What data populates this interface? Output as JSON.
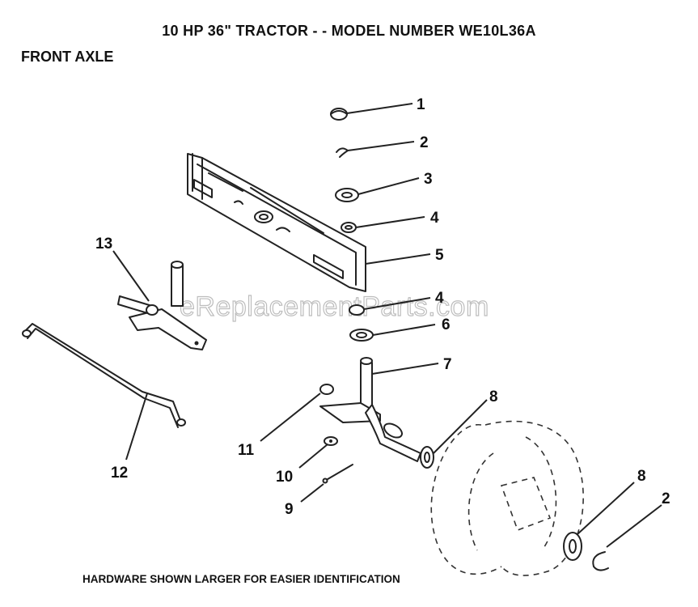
{
  "header": {
    "title": "10 HP 36\" TRACTOR - - MODEL NUMBER WE10L36A",
    "subtitle": "FRONT AXLE"
  },
  "footer": {
    "note": "HARDWARE SHOWN LARGER FOR EASIER IDENTIFICATION"
  },
  "watermark": "eReplacementParts.com",
  "callouts": [
    "1",
    "2",
    "3",
    "4",
    "5",
    "4",
    "6",
    "7",
    "8",
    "11",
    "10",
    "9",
    "12",
    "13",
    "8",
    "2"
  ]
}
